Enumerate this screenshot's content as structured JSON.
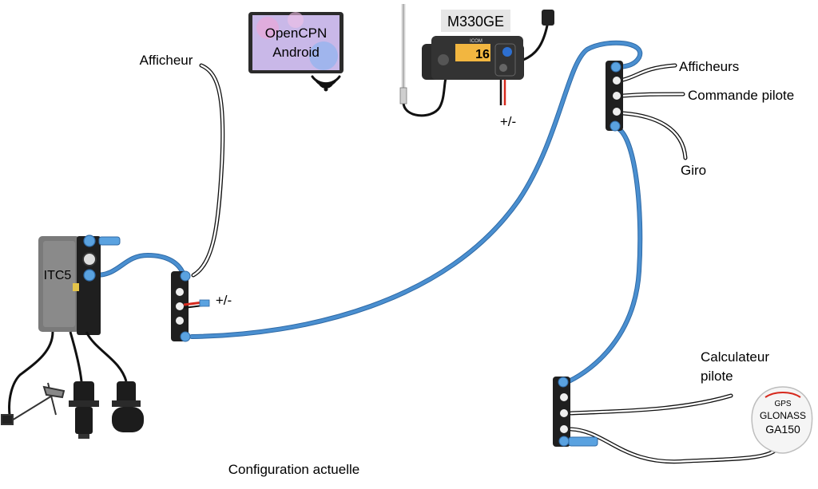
{
  "labels": {
    "tablet_line1": "OpenCPN",
    "tablet_line2": "Android",
    "radio_model": "M330GE",
    "radio_brand": "ICOM",
    "radio_display": "16",
    "radio_power": "+/-",
    "afficheur_left": "Afficheur",
    "afficheurs_right": "Afficheurs",
    "commande_pilote": "Commande pilote",
    "giro": "Giro",
    "calculateur_line1": "Calculateur",
    "calculateur_line2": "pilote",
    "gps_line1": "GPS",
    "gps_line2": "GLONASS",
    "gps_line3": "GA150",
    "itc5": "ITC5",
    "power_left": "+/-",
    "caption": "Configuration actuelle"
  },
  "colors": {
    "cable": "#4a8fd0",
    "connector": "#5aa2e0",
    "tablet_frame": "#2b2b2b",
    "tablet_screen": "#c9b8e8",
    "power_red": "#d62a1e",
    "itc5_body": "#7a7a7a"
  },
  "icons": [
    "wifi-icon",
    "antenna-icon",
    "gps-puck-icon",
    "wind-sensor-icon",
    "transducer-icon"
  ]
}
